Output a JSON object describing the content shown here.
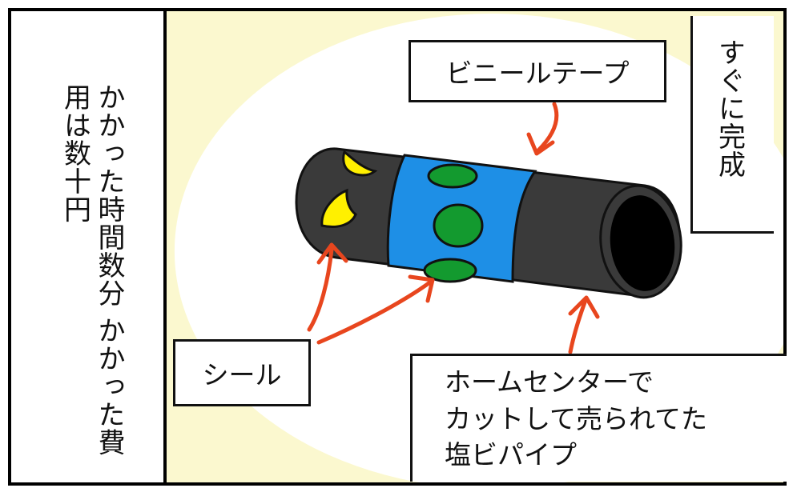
{
  "panel": {
    "side_note": "かかった時間数分 かかった費用は数十円"
  },
  "labels": {
    "vinyl_tape": "ビニールテープ",
    "seal": "シール",
    "done": "すぐに完成",
    "pipe_line1": "ホームセンターで",
    "pipe_line2": "カットして売られてた",
    "pipe_line3": "塩ビパイプ"
  },
  "colors": {
    "pipe": "#3a3a3a",
    "tape": "#1e8fe6",
    "dots": "#139a2f",
    "seal": "#fff000",
    "arrow": "#e8461e",
    "background_glow": "#fbf8cf"
  }
}
